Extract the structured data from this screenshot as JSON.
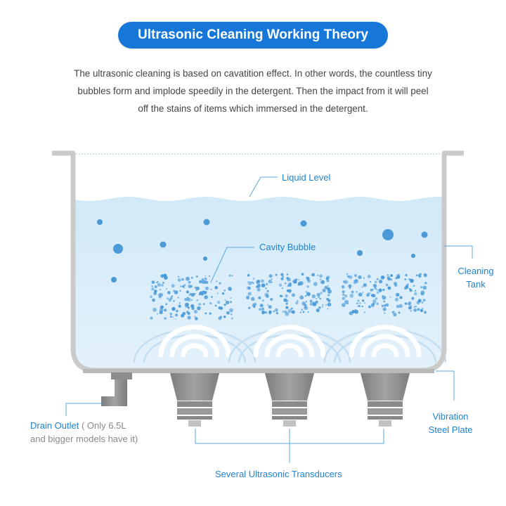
{
  "title": "Ultrasonic Cleaning Working Theory",
  "intro": [
    "The ultrasonic cleaning is based on cavatition effect. In other words, the countless tiny",
    "bubbles form and implode speedily in the detergent. Then the impact from it will peel",
    "off the stains of items which immersed in the detergent."
  ],
  "labels": {
    "liquid_level": "Liquid Level",
    "cavity_bubble": "Cavity Bubble",
    "cleaning_tank_1": "Cleaning",
    "cleaning_tank_2": "Tank",
    "drain_outlet": "Drain Outlet",
    "drain_note_1": " ( Only 6.5L",
    "drain_note_2": "and bigger models have it)",
    "vibration_plate_1": "Vibration",
    "vibration_plate_2": "Steel Plate",
    "transducers": "Several Ultrasonic Transducers"
  },
  "colors": {
    "accent": "#1677d8",
    "label_blue": "#1f82d0",
    "liquid": "#d6ebf8",
    "bubble": "#4a9ad8",
    "tank_wall": "#c9c9c9",
    "transducer": "#8e8e8e"
  }
}
